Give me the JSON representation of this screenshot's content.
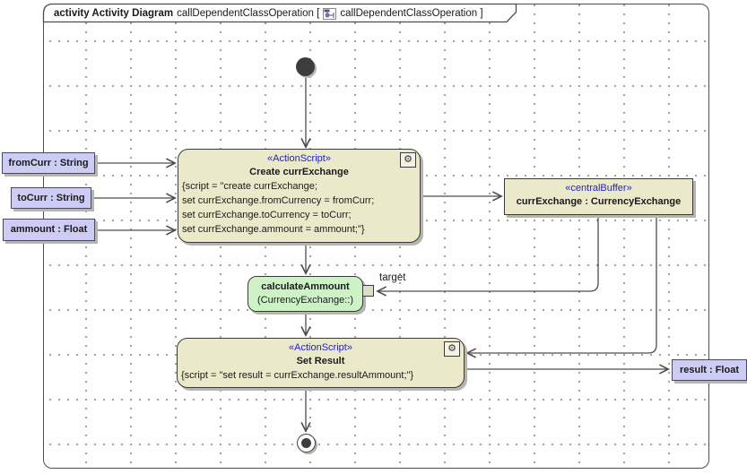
{
  "frame": {
    "title_bold": "activity Activity Diagram",
    "title_name": "callDependentClassOperation [",
    "title_context": "callDependentClassOperation ]"
  },
  "icons": {
    "gear": "⚙",
    "activity_diagram_icon": "activity-diagram-icon"
  },
  "colors": {
    "node_fill": "#EAEACB",
    "call_behavior_fill": "#CCF2C6",
    "parameter_fill": "#CCCCF4",
    "stereotype_text": "#2222CC",
    "edge": "#4D4D4D"
  },
  "nodes": {
    "create_action": {
      "stereotype": "«ActionScript»",
      "name": "Create currExchange",
      "script_lines": [
        "{script = \"create currExchange;",
        "set currExchange.fromCurrency = fromCurr;",
        "set currExchange.toCurrency = toCurr;",
        "set currExchange.ammount = ammount;\"}"
      ]
    },
    "central_buffer": {
      "stereotype": "«centralBuffer»",
      "name": "currExchange : CurrencyExchange"
    },
    "calculate_action": {
      "name": "calculateAmmount",
      "qualifier": "(CurrencyExchange::)",
      "pin_label": "target"
    },
    "set_result_action": {
      "stereotype": "«ActionScript»",
      "name": "Set Result",
      "script_lines": [
        "{script = \"set result = currExchange.resultAmmount;\"}"
      ]
    },
    "parameters": {
      "from_curr": "fromCurr : String",
      "to_curr": "toCurr : String",
      "ammount": "ammount : Float",
      "result": "result : Float"
    }
  }
}
